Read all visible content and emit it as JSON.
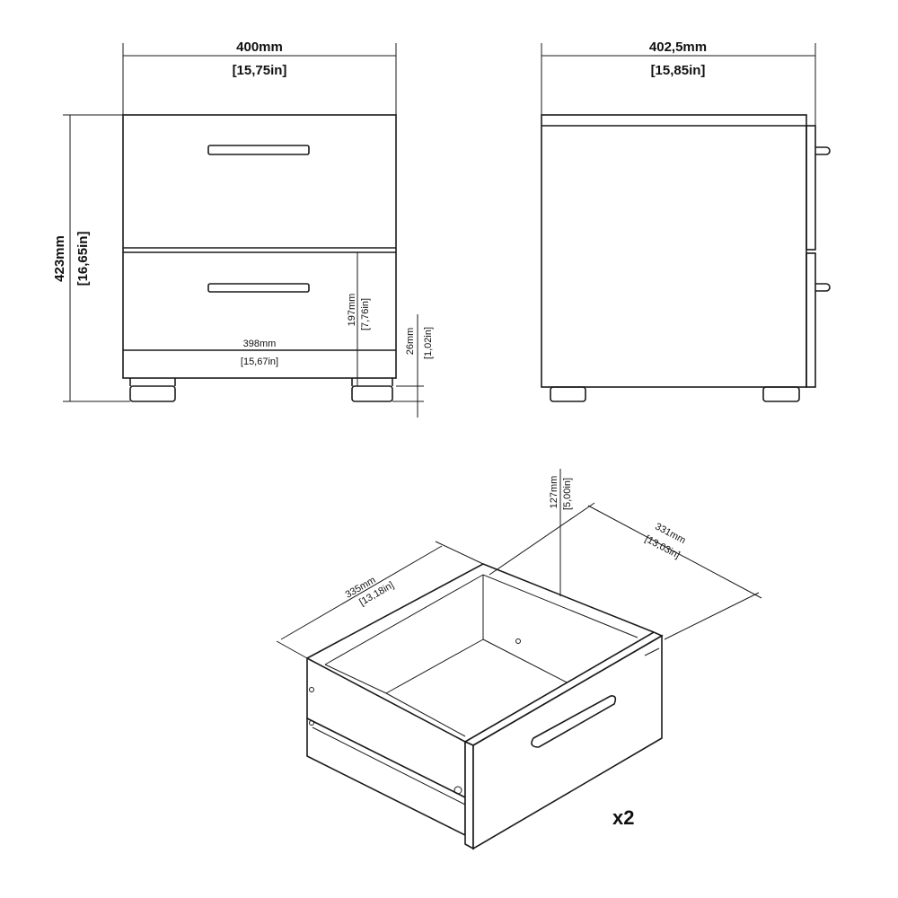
{
  "front_view": {
    "width": {
      "mm": "400mm",
      "in": "[15,75in]"
    },
    "height": {
      "mm": "423mm",
      "in": "[16,65in]"
    },
    "drawer_height": {
      "mm": "197mm",
      "in": "[7,76in]"
    },
    "inner_width": {
      "mm": "398mm",
      "in": "[15,67in]"
    },
    "foot_height": {
      "mm": "26mm",
      "in": "[1,02in]"
    }
  },
  "side_view": {
    "depth": {
      "mm": "402,5mm",
      "in": "[15,85in]"
    }
  },
  "drawer": {
    "height": {
      "mm": "127mm",
      "in": "[5,00in]"
    },
    "depth": {
      "mm": "331mm",
      "in": "[13,03in]"
    },
    "width": {
      "mm": "335mm",
      "in": "[13,18in]"
    },
    "quantity": "x2"
  }
}
